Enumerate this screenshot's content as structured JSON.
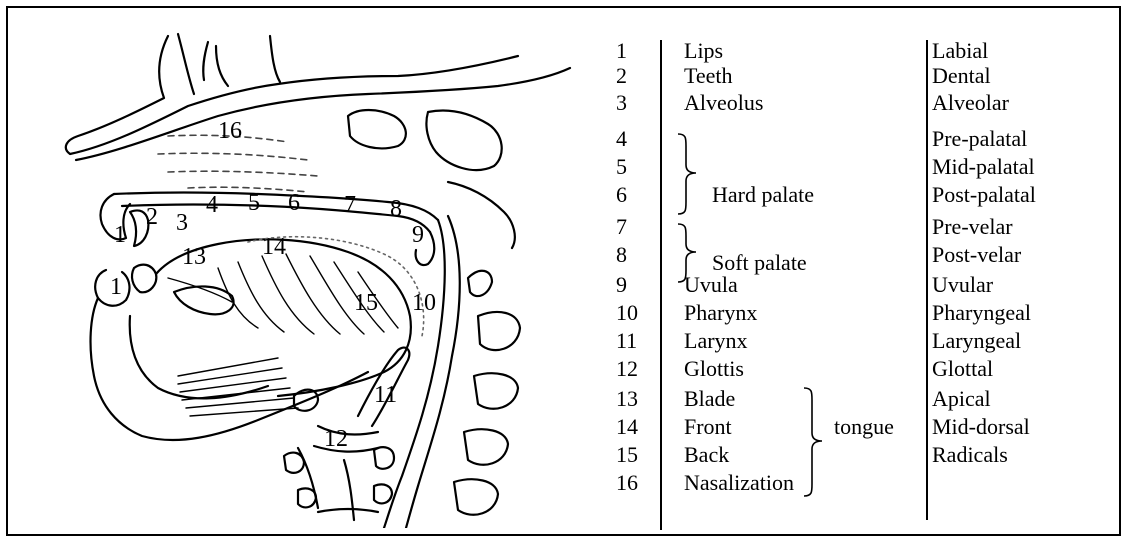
{
  "diagram": {
    "labels": [
      "1",
      "2",
      "3",
      "4",
      "5",
      "6",
      "7",
      "8",
      "9",
      "10",
      "11",
      "12",
      "13",
      "14",
      "15",
      "16",
      "1"
    ]
  },
  "table": {
    "rows": [
      {
        "num": "1",
        "part": "Lips",
        "term": "Labial"
      },
      {
        "num": "2",
        "part": "Teeth",
        "term": "Dental"
      },
      {
        "num": "3",
        "part": "Alveolus",
        "term": "Alveolar"
      },
      {
        "num": "4",
        "part": "",
        "term": "Pre-palatal"
      },
      {
        "num": "5",
        "part": "",
        "term": "Mid-palatal"
      },
      {
        "num": "6",
        "part": "",
        "term": "Post-palatal"
      },
      {
        "num": "7",
        "part": "",
        "term": "Pre-velar"
      },
      {
        "num": "8",
        "part": "",
        "term": "Post-velar"
      },
      {
        "num": "9",
        "part": "Uvula",
        "term": "Uvular"
      },
      {
        "num": "10",
        "part": "Pharynx",
        "term": "Pharyngeal"
      },
      {
        "num": "11",
        "part": "Larynx",
        "term": "Laryngeal"
      },
      {
        "num": "12",
        "part": "Glottis",
        "term": "Glottal"
      },
      {
        "num": "13",
        "part": "Blade",
        "term": "Apical"
      },
      {
        "num": "14",
        "part": "Front",
        "term": "Mid-dorsal"
      },
      {
        "num": "15",
        "part": "Back",
        "term": "Radicals"
      },
      {
        "num": "16",
        "part": "Nasalization",
        "term": ""
      }
    ],
    "groups": {
      "hard_palate": "Hard palate",
      "soft_palate": "Soft palate",
      "tongue": "tongue"
    }
  }
}
